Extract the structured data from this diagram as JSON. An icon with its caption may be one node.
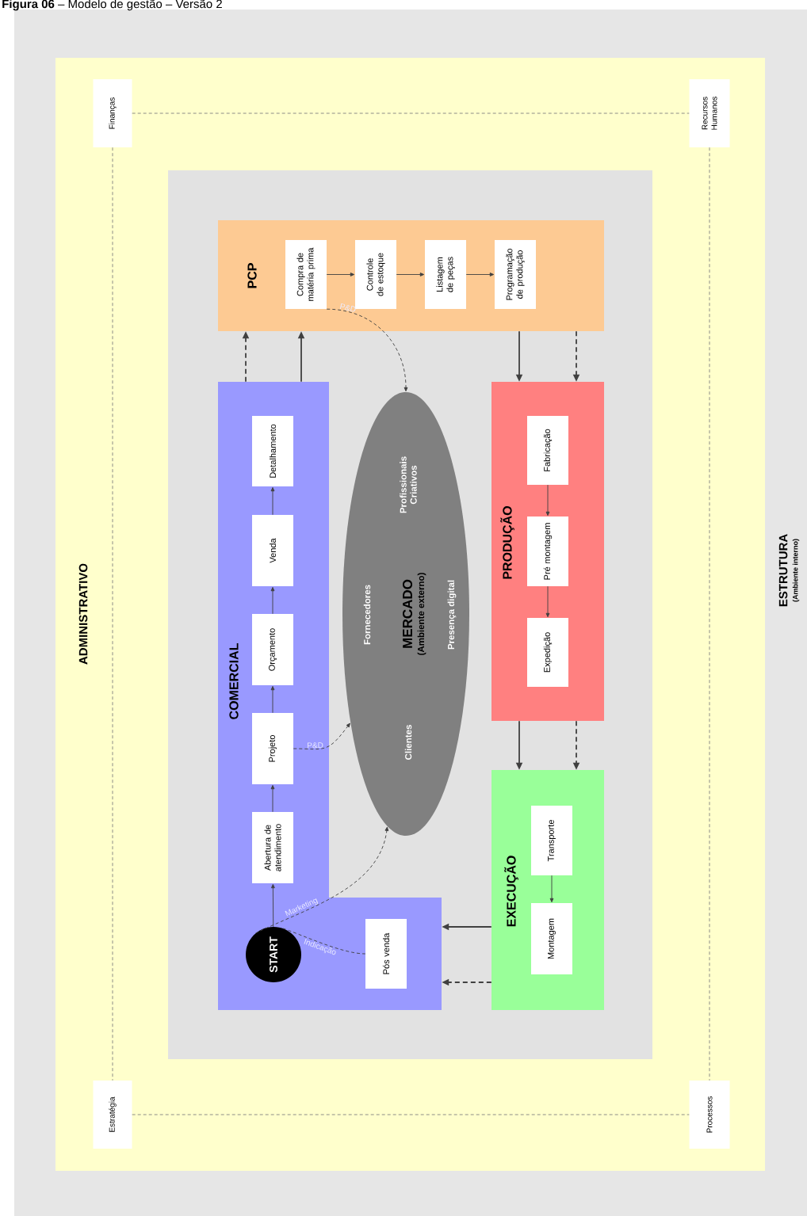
{
  "diagram": {
    "title": "**Figura 06** – Modelo de gestão – Versão 2",
    "nodes": [
      {
        "text": [
          "ADMINISTRATIVO"
        ]
      },
      {
        "text": [
          "Finanças"
        ],
        "in": 0
      },
      {
        "text": [
          "Recursos Humanos"
        ],
        "in": 0
      },
      {
        "text": [
          "Estratégia"
        ],
        "in": 0
      },
      {
        "text": [
          "Processos"
        ],
        "in": 0
      },
      {
        "text": [
          "PCP"
        ],
        "in": 0
      },
      {
        "text": [
          "Compra de matéria prima"
        ],
        "in": 5
      },
      {
        "text": [
          "Controle de estoque"
        ],
        "in": 5
      },
      {
        "text": [
          "Listagem de peças"
        ],
        "in": 5
      },
      {
        "text": [
          "Programação de produção"
        ],
        "in": 5
      },
      {
        "text": [
          "COMERCIAL"
        ],
        "in": 0
      },
      {
        "text": [
          "Detalhamento"
        ],
        "in": 10
      },
      {
        "text": [
          "Venda"
        ],
        "in": 10
      },
      {
        "text": [
          "Orçamento"
        ],
        "in": 10
      },
      {
        "text": [
          "Projeto"
        ],
        "in": 10
      },
      {
        "text": [
          "Abertura de atendimento"
        ],
        "in": 10
      },
      {
        "text": [
          "START"
        ],
        "in": 10
      },
      {
        "text": [
          "Pós venda"
        ],
        "in": 10
      },
      {
        "text": [
          "MERCADO",
          "(Ambiente externo)",
          "Fornecedores",
          "Clientes",
          "Profissionais Criativos",
          "Presença digital"
        ],
        "in": 0
      },
      {
        "text": [
          "PRODUÇÃO"
        ],
        "in": 0
      },
      {
        "text": [
          "Fabricação"
        ],
        "in": 19
      },
      {
        "text": [
          "Pré montagem"
        ],
        "in": 19
      },
      {
        "text": [
          "Expedição"
        ],
        "in": 19
      },
      {
        "text": [
          "EXECUÇÃO"
        ],
        "in": 0
      },
      {
        "text": [
          "Transporte"
        ],
        "in": 23
      },
      {
        "text": [
          "Montagem"
        ],
        "in": 23
      }
    ],
    "edges": [
      {
        "from": 1,
        "to": 2,
        "arrow": "none",
        "style": "dashed",
        "color": "#808080"
      },
      {
        "from": 1,
        "to": 3,
        "arrow": "none",
        "style": "dashed",
        "color": "#808080"
      },
      {
        "from": 2,
        "to": 4,
        "arrow": "none",
        "style": "dashed",
        "color": "#808080"
      },
      {
        "from": 3,
        "to": 4,
        "arrow": "none",
        "style": "dashed",
        "color": "#808080"
      },
      {
        "from": 6,
        "to": 7,
        "arrow": "to"
      },
      {
        "from": 7,
        "to": 8,
        "arrow": "to"
      },
      {
        "from": 8,
        "to": 9,
        "arrow": "to"
      },
      {
        "from": 16,
        "to": 15,
        "arrow": "to"
      },
      {
        "from": 15,
        "to": 14,
        "arrow": "to"
      },
      {
        "from": 14,
        "to": 13,
        "arrow": "to"
      },
      {
        "from": 13,
        "to": 12,
        "arrow": "to"
      },
      {
        "from": 12,
        "to": 11,
        "arrow": "to"
      },
      {
        "from": 10,
        "to": 5,
        "arrow": "to"
      },
      {
        "from": 10,
        "to": 5,
        "arrow": "to",
        "style": "dashed"
      },
      {
        "from": 5,
        "to": 19,
        "arrow": "to"
      },
      {
        "from": 5,
        "to": 19,
        "arrow": "to",
        "style": "dashed"
      },
      {
        "from": 19,
        "to": 23,
        "arrow": "to"
      },
      {
        "from": 19,
        "to": 23,
        "arrow": "to",
        "style": "dashed"
      },
      {
        "from": 23,
        "to": 10,
        "arrow": "to"
      },
      {
        "from": 23,
        "to": 10,
        "arrow": "to",
        "style": "dashed"
      },
      {
        "from": 20,
        "to": 21,
        "arrow": "to"
      },
      {
        "from": 21,
        "to": 22,
        "arrow": "to"
      },
      {
        "from": 24,
        "to": 25,
        "arrow": "to"
      },
      {
        "from": 6,
        "to": 18,
        "arrow": "to",
        "style": "dashed",
        "label": "P&D"
      },
      {
        "from": 14,
        "to": 18,
        "arrow": "to",
        "style": "dashed",
        "label": "P&D"
      },
      {
        "from": 16,
        "to": 18,
        "arrow": "to",
        "style": "dashed",
        "label": "Marketing"
      },
      {
        "from": 17,
        "to": 16,
        "arrow": "none",
        "style": "dashed",
        "label": "Indicação"
      }
    ],
    "labels": [
      "ESTRUTURA",
      "(Ambiente interno)"
    ]
  }
}
